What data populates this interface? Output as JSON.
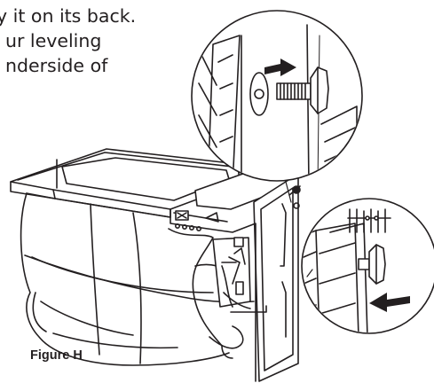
{
  "instructions": {
    "lines": [
      "y it on its back.",
      "ur leveling",
      "nderside of"
    ]
  },
  "figure": {
    "label": "Figure H"
  },
  "icons": {
    "arrow_remove": "arrow-right-icon",
    "arrow_insert": "arrow-left-icon"
  },
  "colors": {
    "ink": "#231f20",
    "background": "#ffffff"
  }
}
